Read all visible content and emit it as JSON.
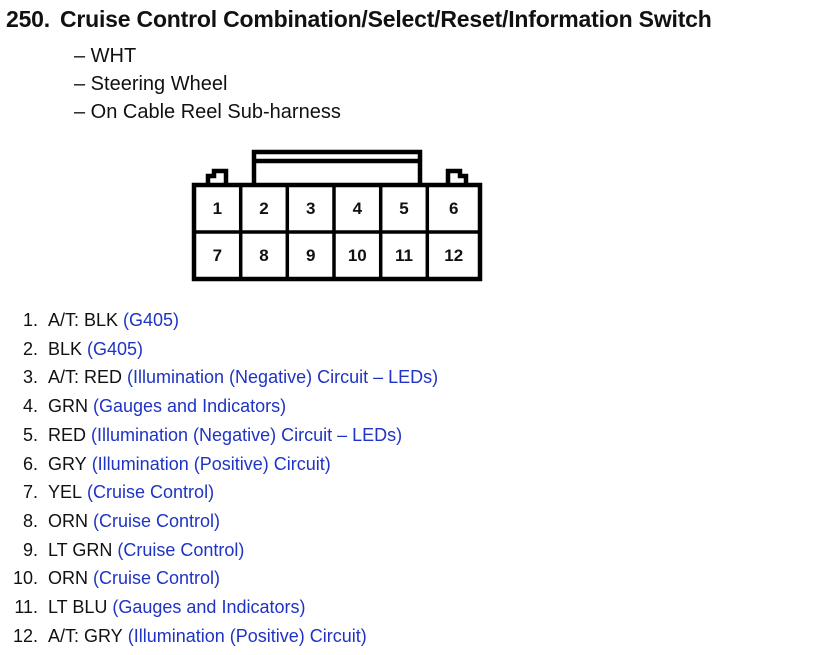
{
  "header": {
    "number": "250.",
    "title": "Cruise Control Combination/Select/Reset/Information Switch"
  },
  "details": [
    "– WHT",
    "– Steering Wheel",
    "– On Cable Reel Sub-harness"
  ],
  "connector": {
    "top_row": [
      "1",
      "2",
      "3",
      "4",
      "5",
      "6"
    ],
    "bottom_row": [
      "7",
      "8",
      "9",
      "10",
      "11",
      "12"
    ]
  },
  "pins": [
    {
      "index": "1.",
      "wire": "A/T: BLK",
      "circuit": "(G405)"
    },
    {
      "index": "2.",
      "wire": "BLK",
      "circuit": "(G405)"
    },
    {
      "index": "3.",
      "wire": "A/T: RED",
      "circuit": "(Illumination (Negative) Circuit – LEDs)"
    },
    {
      "index": "4.",
      "wire": "GRN",
      "circuit": "(Gauges and Indicators)"
    },
    {
      "index": "5.",
      "wire": "RED",
      "circuit": "(Illumination (Negative) Circuit – LEDs)"
    },
    {
      "index": "6.",
      "wire": "GRY",
      "circuit": "(Illumination (Positive) Circuit)"
    },
    {
      "index": "7.",
      "wire": "YEL",
      "circuit": "(Cruise Control)"
    },
    {
      "index": "8.",
      "wire": "ORN",
      "circuit": "(Cruise Control)"
    },
    {
      "index": "9.",
      "wire": "LT GRN",
      "circuit": "(Cruise Control)"
    },
    {
      "index": "10.",
      "wire": "ORN",
      "circuit": "(Cruise Control)"
    },
    {
      "index": "11.",
      "wire": "LT BLU",
      "circuit": "(Gauges and Indicators)"
    },
    {
      "index": "12.",
      "wire": "A/T: GRY",
      "circuit": "(Illumination (Positive) Circuit)"
    }
  ],
  "colors": {
    "text": "#111111",
    "circuit_link": "#1f33c4",
    "connector_outline": "#000000"
  }
}
